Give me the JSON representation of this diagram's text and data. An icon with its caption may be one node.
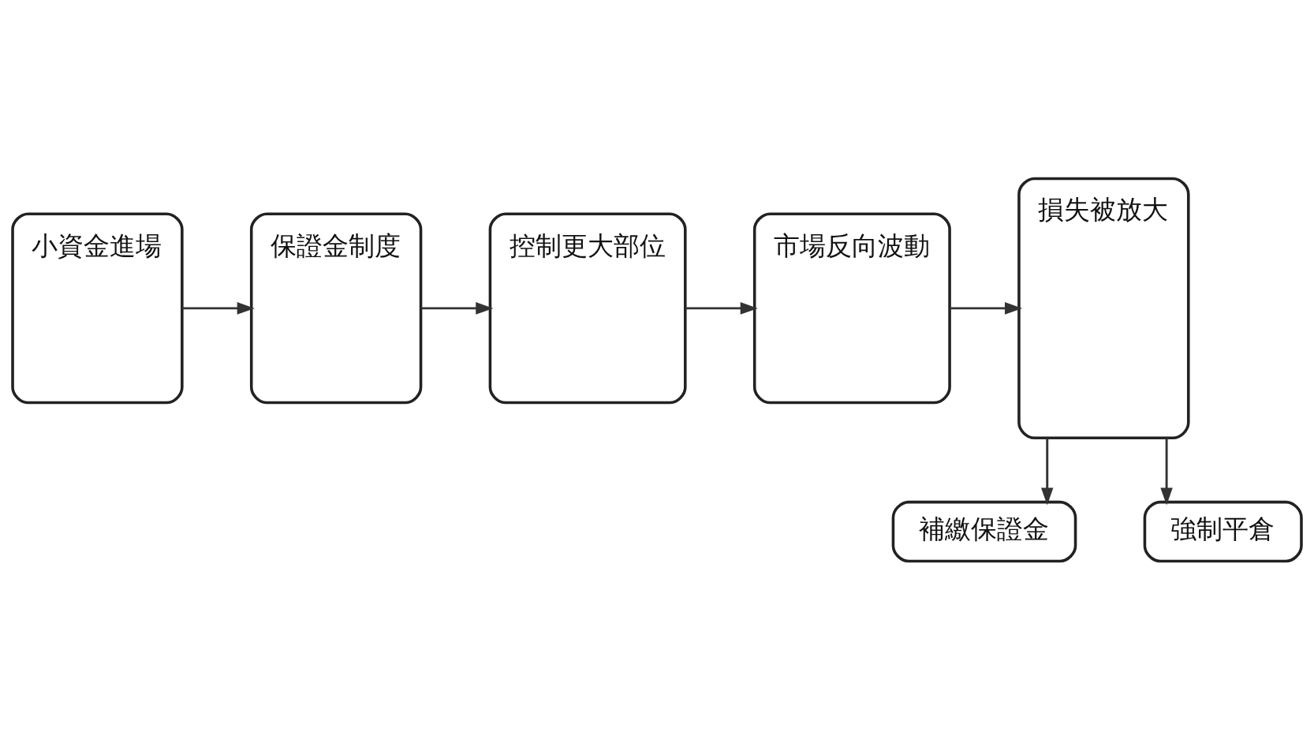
{
  "diagram": {
    "nodes": [
      {
        "text": [
          "小資金進場"
        ]
      },
      {
        "text": [
          "保證金制度"
        ]
      },
      {
        "text": [
          "控制更大部位"
        ]
      },
      {
        "text": [
          "市場反向波動"
        ]
      },
      {
        "text": [
          "損失被放大"
        ]
      },
      {
        "text": [
          "補繳保證金"
        ]
      },
      {
        "text": [
          "強制平倉"
        ]
      }
    ],
    "edges": [
      {
        "from": 0,
        "to": 1,
        "arrow": "to"
      },
      {
        "from": 1,
        "to": 2,
        "arrow": "to"
      },
      {
        "from": 2,
        "to": 3,
        "arrow": "to"
      },
      {
        "from": 3,
        "to": 4,
        "arrow": "to"
      },
      {
        "from": 4,
        "to": 5,
        "arrow": "to"
      },
      {
        "from": 4,
        "to": 6,
        "arrow": "to"
      }
    ]
  }
}
